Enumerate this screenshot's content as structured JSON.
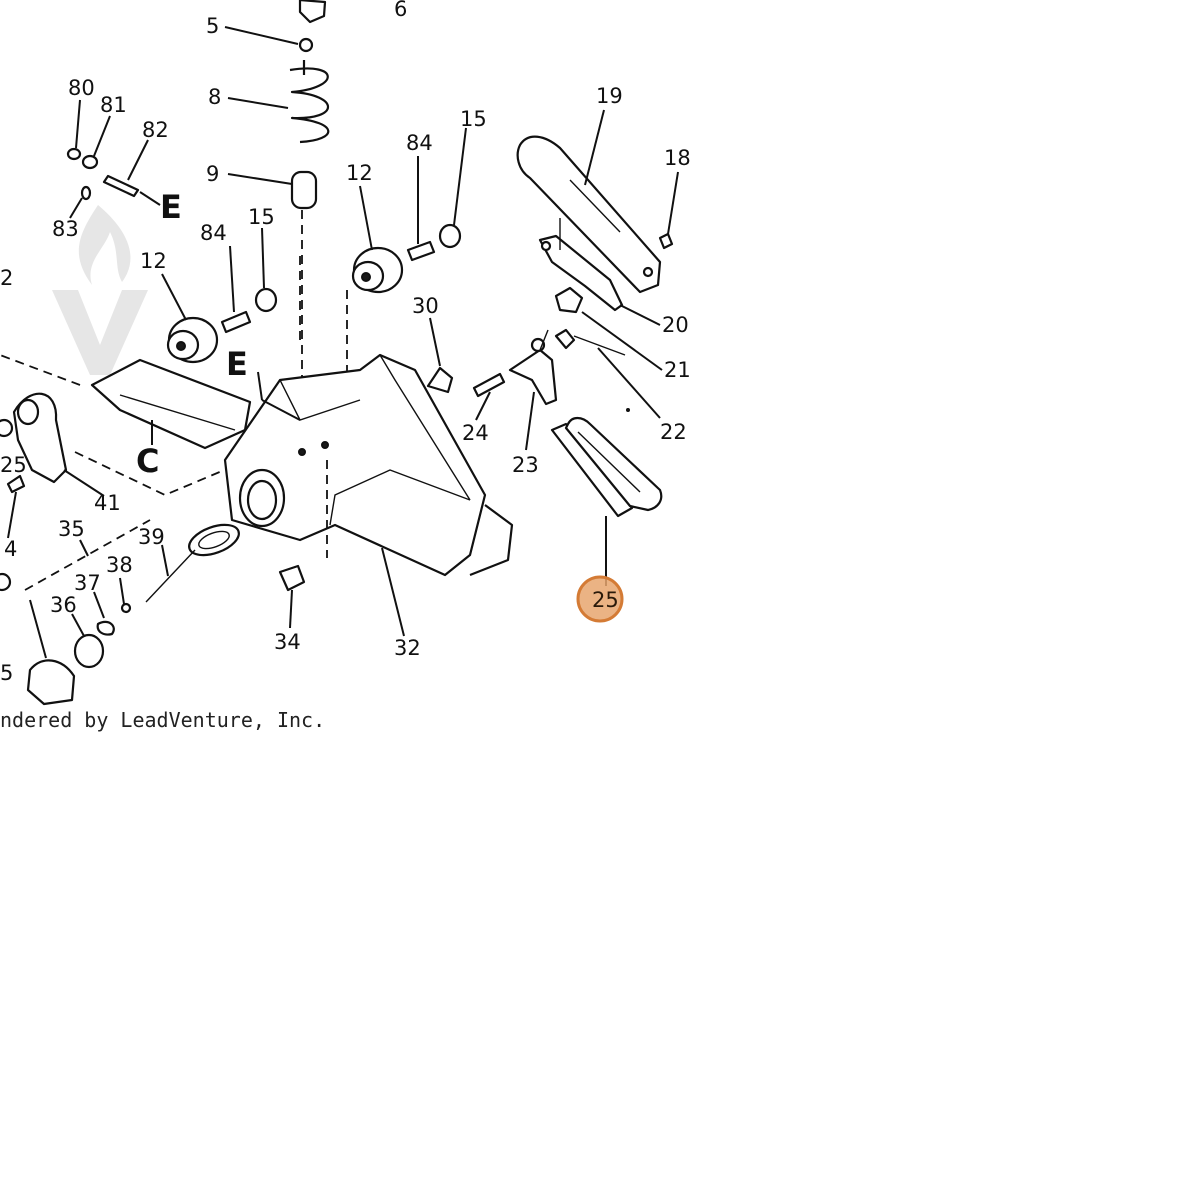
{
  "diagram": {
    "credit": "ndered by LeadVenture, Inc.",
    "sections": [
      "E",
      "E",
      "C"
    ],
    "labels": [
      "5",
      "6",
      "8",
      "9",
      "80",
      "81",
      "82",
      "83",
      "84",
      "15",
      "12",
      "84",
      "15",
      "12",
      "19",
      "18",
      "20",
      "21",
      "22",
      "30",
      "24",
      "23",
      "2",
      "41",
      "25",
      "4",
      "35",
      "39",
      "37",
      "38",
      "36",
      "5",
      "34",
      "32"
    ],
    "selected_part": "25",
    "colors": {
      "hotspot_fill": "#e8a66f",
      "hotspot_stroke": "#d47b35",
      "ink": "#111111"
    }
  }
}
